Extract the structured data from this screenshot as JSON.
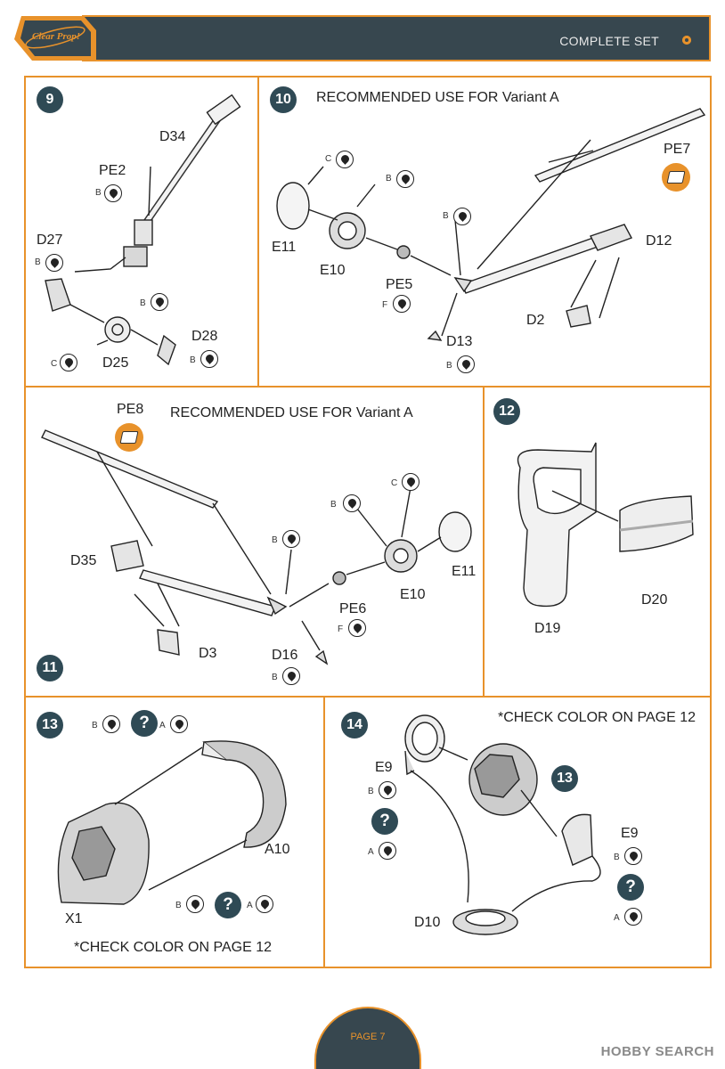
{
  "header": {
    "logo_text": "Clear Prop!",
    "title": "COMPLETE SET"
  },
  "steps": {
    "s9": {
      "number": "9",
      "labels": {
        "d34": "D34",
        "pe2": "PE2",
        "d27": "D27",
        "d28": "D28",
        "d25": "D25"
      },
      "codes": {
        "pe2": "B",
        "d27": "B",
        "d25_top": "B",
        "d28": "B",
        "d25": "C"
      }
    },
    "s10": {
      "number": "10",
      "note": "RECOMMENDED USE FOR Variant A",
      "labels": {
        "pe7": "PE7",
        "e11": "E11",
        "e10": "E10",
        "pe5": "PE5",
        "d13": "D13",
        "d12": "D12",
        "d2": "D2"
      },
      "codes": {
        "e11_c": "C",
        "e10_b": "B",
        "strut_b": "B",
        "pe5_f": "F",
        "d13_b": "B"
      }
    },
    "s11": {
      "number": "11",
      "note": "RECOMMENDED USE FOR Variant A",
      "labels": {
        "pe8": "PE8",
        "d35": "D35",
        "d3": "D3",
        "d16": "D16",
        "pe6": "PE6",
        "e10": "E10",
        "e11": "E11"
      },
      "codes": {
        "strut_b": "B",
        "wheel_b": "B",
        "wheel_c": "C",
        "pe6_f": "F",
        "d16_b": "B"
      }
    },
    "s12": {
      "number": "12",
      "labels": {
        "d19": "D19",
        "d20": "D20"
      }
    },
    "s13": {
      "number": "13",
      "note": "*CHECK COLOR ON PAGE 12",
      "question": "?",
      "labels": {
        "a10": "A10",
        "x1": "X1"
      },
      "codes": {
        "top_b": "B",
        "top_a": "A",
        "bot_b": "B",
        "bot_a": "A"
      }
    },
    "s14": {
      "number": "14",
      "note": "*CHECK COLOR ON PAGE 12",
      "question": "?",
      "ref_step": "13",
      "labels": {
        "e9_left": "E9",
        "e9_right": "E9",
        "d10": "D10"
      },
      "codes": {
        "l_b": "B",
        "l_a": "A",
        "r_b": "B",
        "r_a": "A"
      }
    }
  },
  "footer": {
    "page": "PAGE 7"
  },
  "watermark": "HOBBY SEARCH",
  "colors": {
    "accent": "#e8922b",
    "dark": "#37474f",
    "badge": "#2f4a55"
  }
}
